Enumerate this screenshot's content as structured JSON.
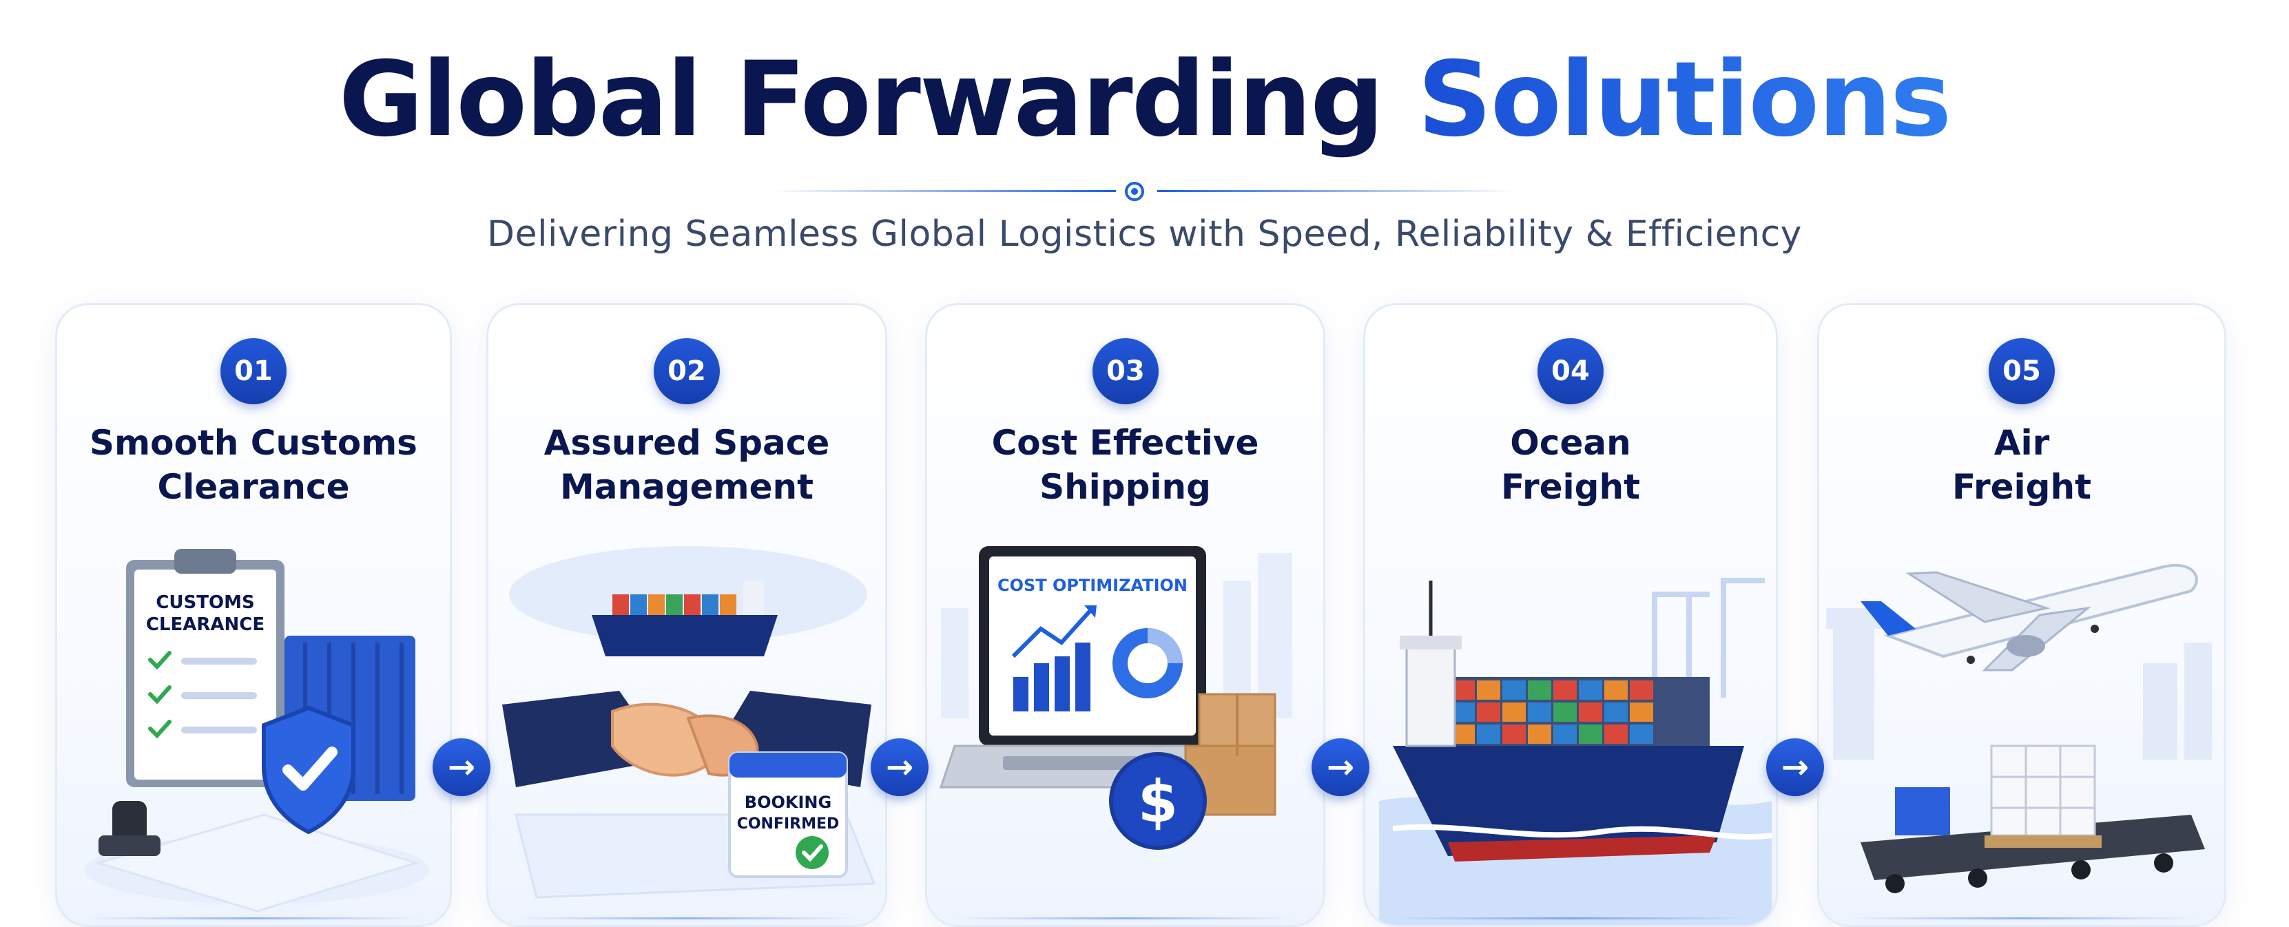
{
  "header": {
    "title_part1": "Global Forwarding",
    "title_part2": "Solutions",
    "subtitle": "Delivering Seamless Global Logistics with Speed, Reliability & Efficiency"
  },
  "cards": [
    {
      "number": "01",
      "title_line1": "Smooth Customs",
      "title_line2": "Clearance",
      "illustration_text": [
        "CUSTOMS",
        "CLEARANCE"
      ]
    },
    {
      "number": "02",
      "title_line1": "Assured Space",
      "title_line2": "Management",
      "illustration_text": [
        "BOOKING",
        "CONFIRMED"
      ]
    },
    {
      "number": "03",
      "title_line1": "Cost Effective",
      "title_line2": "Shipping",
      "illustration_text": [
        "COST OPTIMIZATION"
      ]
    },
    {
      "number": "04",
      "title_line1": "Ocean",
      "title_line2": "Freight"
    },
    {
      "number": "05",
      "title_line1": "Air",
      "title_line2": "Freight"
    }
  ],
  "colors": {
    "navy": "#0a1650",
    "accent": "#1d5fe0",
    "card_border": "#e3ebf8"
  },
  "icons": {
    "arrow": "arrow-right-icon",
    "illustrations": [
      "clipboard-shield-icon",
      "handshake-ship-icon",
      "laptop-chart-icon",
      "cargo-ship-icon",
      "airplane-icon"
    ]
  }
}
